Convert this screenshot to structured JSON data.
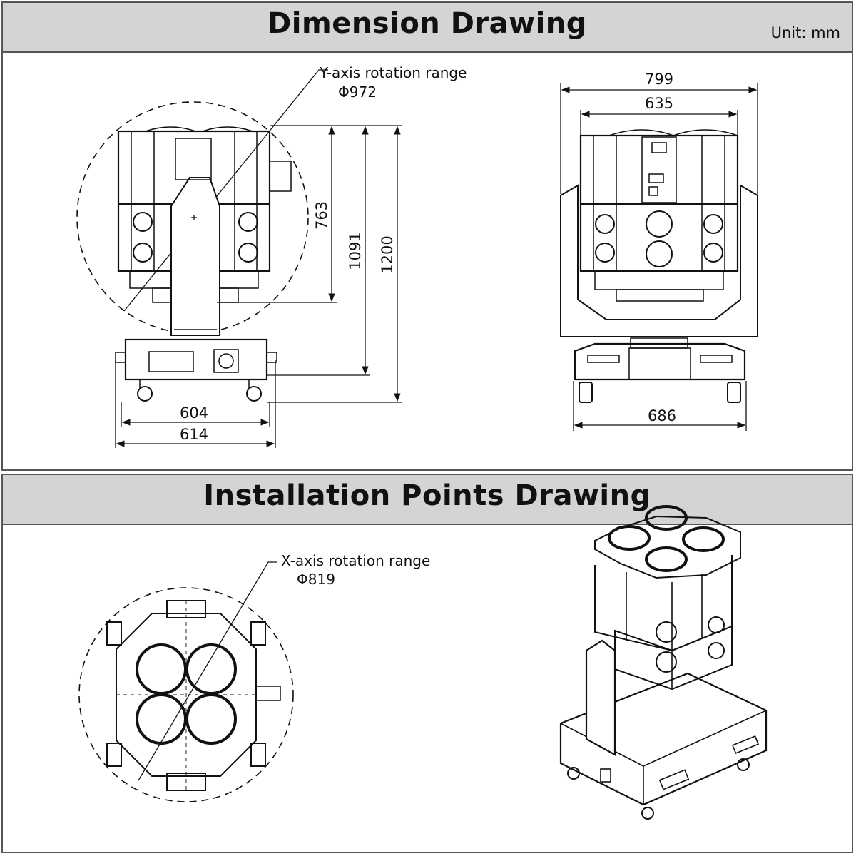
{
  "dimension": {
    "title": "Dimension Drawing",
    "unit": "Unit: mm",
    "side_view": {
      "rotation_label": "Y-axis rotation range",
      "rotation_value": "Φ972",
      "dim_head_height": "763",
      "dim_upper_height": "1091",
      "dim_total_height": "1200",
      "dim_base_width_inner": "604",
      "dim_base_width_outer": "614"
    },
    "front_view": {
      "dim_outer_width": "799",
      "dim_head_width": "635",
      "dim_base_width": "686"
    }
  },
  "installation": {
    "title": "Installation Points Drawing",
    "rotation_label": "X-axis rotation range",
    "rotation_value": "Φ819"
  }
}
